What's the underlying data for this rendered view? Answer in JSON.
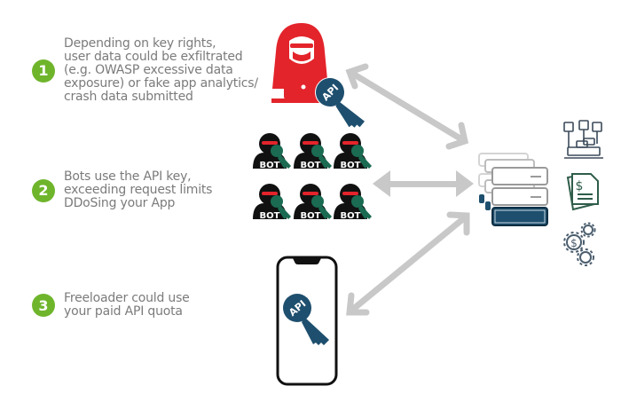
{
  "steps": [
    {
      "number": "1",
      "lines": [
        "Depending on key rights,",
        "user data could be exfiltrated",
        "(e.g. OWASP excessive data",
        "exposure) or fake app analytics/",
        "crash data submitted"
      ]
    },
    {
      "number": "2",
      "lines": [
        "Bots use the API key,",
        "exceeding request limits",
        "DDoSing your App"
      ]
    },
    {
      "number": "3",
      "lines": [
        "Freeloader could use",
        "your paid API quota"
      ]
    }
  ],
  "labels": {
    "api": "API",
    "bot": "BOT"
  },
  "icons": {
    "hacker": "hacker-icon",
    "bots": "bot-icon",
    "phone": "smartphone-icon",
    "server": "server-stack-icon",
    "social": "social-media-icon",
    "invoice": "invoice-icon",
    "money_gears": "money-gears-icon"
  },
  "colors": {
    "badge_green": "#6fb52c",
    "hacker_red": "#e3242b",
    "key_blue": "#1e4f6e",
    "bot_key_green": "#1a6b52",
    "arrow_gray": "#c8c8c8",
    "text_gray": "#7b7b7b",
    "icon_dark_green": "#2f5d4a"
  }
}
